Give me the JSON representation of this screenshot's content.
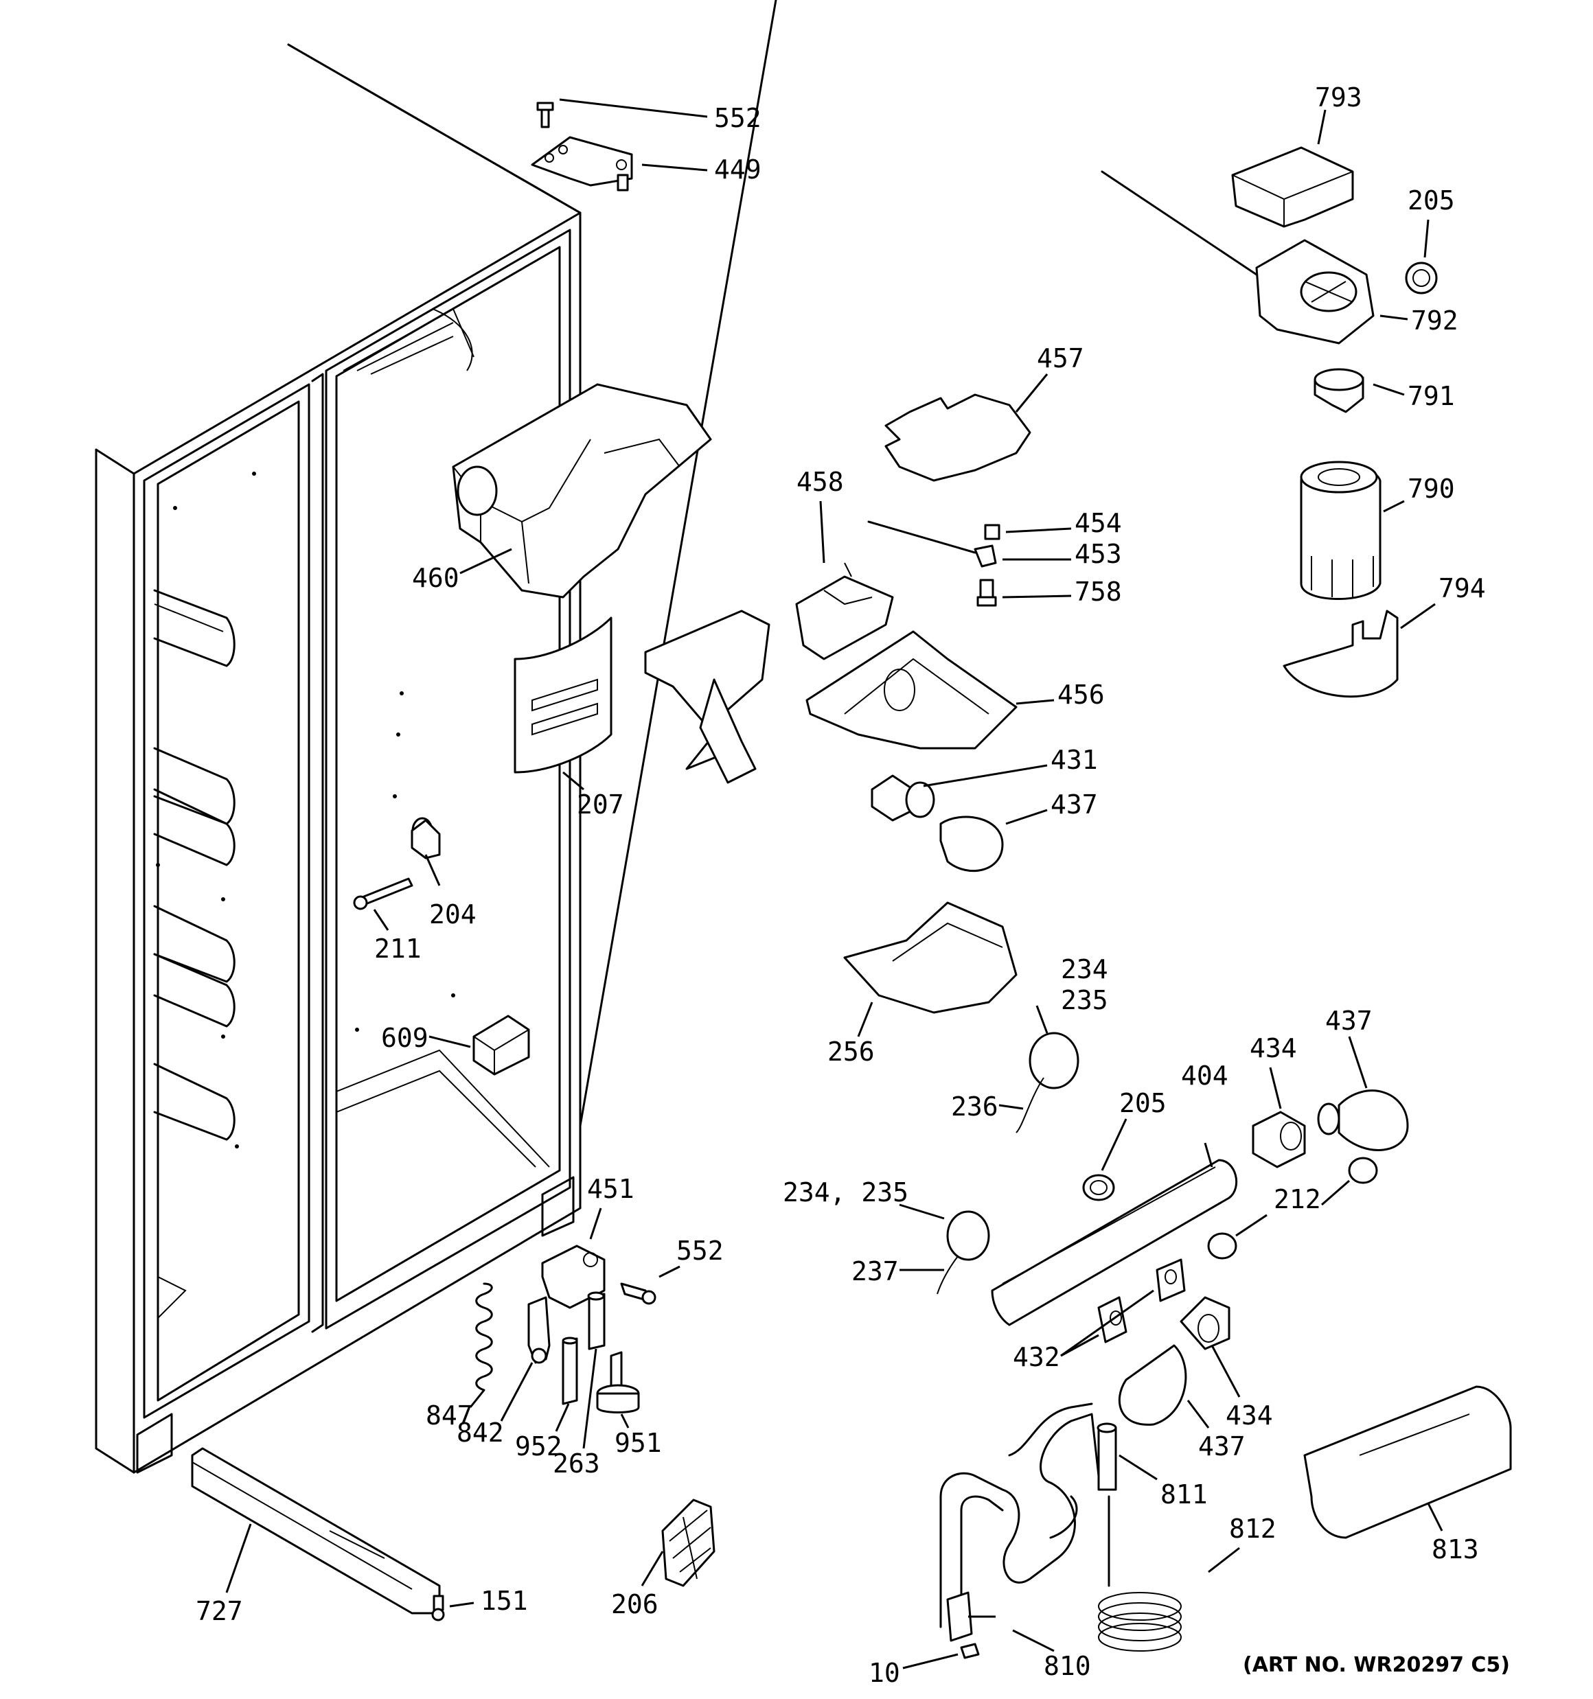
{
  "art_number": "(ART NO. WR20297 C5)",
  "callouts": {
    "c552_top": "552",
    "c449": "449",
    "c793": "793",
    "c205_top": "205",
    "c792": "792",
    "c791": "791",
    "c790": "790",
    "c794": "794",
    "c457": "457",
    "c458": "458",
    "c454": "454",
    "c453": "453",
    "c758": "758",
    "c456": "456",
    "c460": "460",
    "c207": "207",
    "c431": "431",
    "c437_mid": "437",
    "c204": "204",
    "c211": "211",
    "c609": "609",
    "c256": "256",
    "c234": "234",
    "c235": "235",
    "c236": "236",
    "c434_top": "434",
    "c437_top": "437",
    "c404": "404",
    "c205_bot": "205",
    "c212": "212",
    "c234_235": "234, 235",
    "c237": "237",
    "c432": "432",
    "c434_bot": "434",
    "c437_bot": "437",
    "c451": "451",
    "c552_bot": "552",
    "c847": "847",
    "c842": "842",
    "c952": "952",
    "c951": "951",
    "c263": "263",
    "c811": "811",
    "c812": "812",
    "c813": "813",
    "c727": "727",
    "c151": "151",
    "c206": "206",
    "c10": "10",
    "c810": "810"
  }
}
